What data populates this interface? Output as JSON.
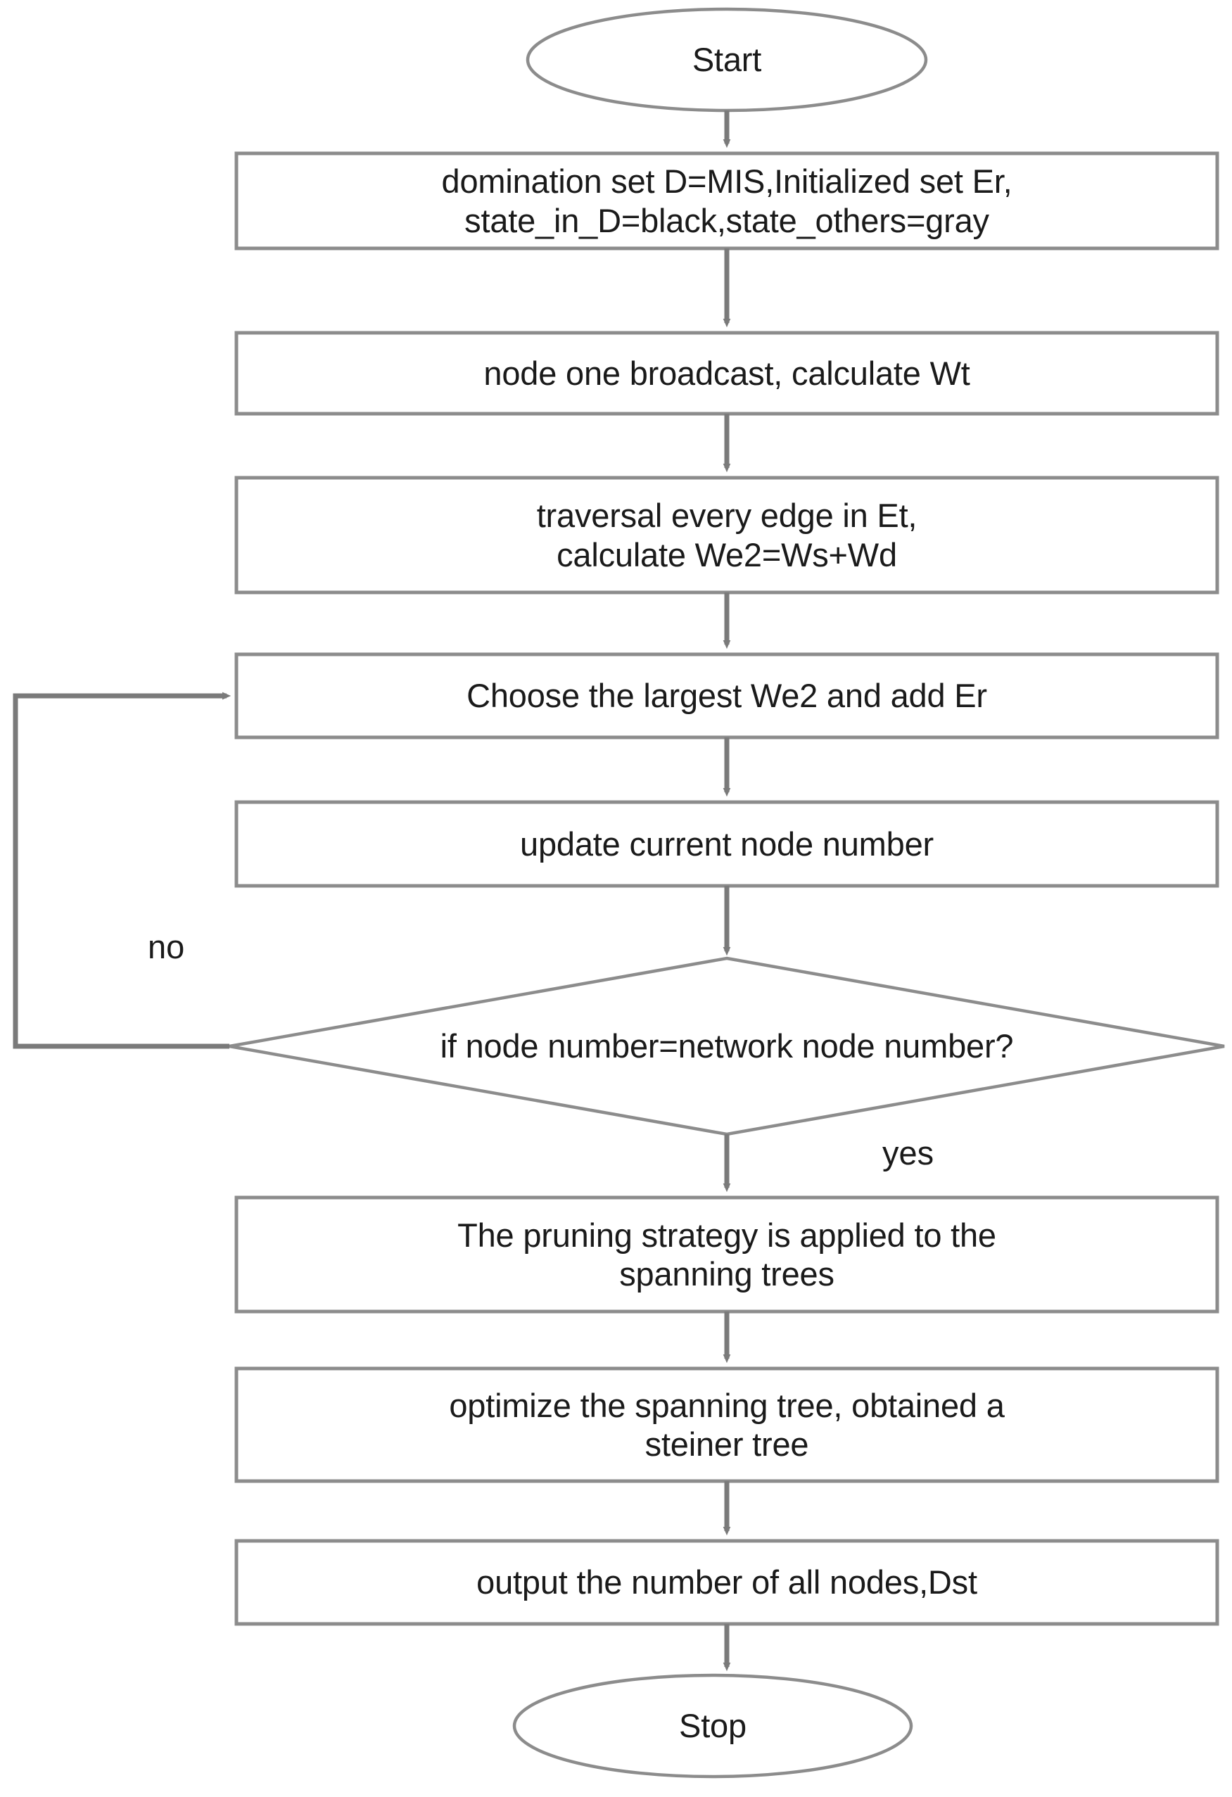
{
  "diagram": {
    "title": "Steiner tree construction algorithm flowchart",
    "colors": {
      "shape_stroke": "#8c8c8c",
      "shape_stroke_dark": "#6f6f6f",
      "shape_fill": "#ffffff",
      "connector": "#7a7a7a",
      "text": "#1a1a1a",
      "background": "#ffffff"
    },
    "nodes": [
      {
        "id": "start",
        "shape": "ellipse",
        "label": "Start"
      },
      {
        "id": "init",
        "shape": "process",
        "label": "domination set D=MIS,Initialized set Er,\nstate_in_D=black,state_others=gray"
      },
      {
        "id": "broadcast",
        "shape": "process",
        "label": "node one broadcast, calculate Wt"
      },
      {
        "id": "traversal",
        "shape": "process",
        "label": "traversal every edge in Et,\ncalculate We2=Ws+Wd"
      },
      {
        "id": "choose",
        "shape": "process",
        "label": "Choose the largest We2 and add Er"
      },
      {
        "id": "update",
        "shape": "process",
        "label": "update current node number"
      },
      {
        "id": "decision",
        "shape": "decision",
        "label": "if node number=network node number?"
      },
      {
        "id": "pruning",
        "shape": "process",
        "label": "The pruning strategy is applied to the\nspanning trees"
      },
      {
        "id": "optimize",
        "shape": "process",
        "label": "optimize the spanning tree, obtained a\nsteiner tree"
      },
      {
        "id": "output",
        "shape": "process",
        "label": "output the number of all nodes,Dst"
      },
      {
        "id": "stop",
        "shape": "ellipse",
        "label": "Stop"
      }
    ],
    "edge_labels": {
      "no": "no",
      "yes": "yes"
    }
  }
}
